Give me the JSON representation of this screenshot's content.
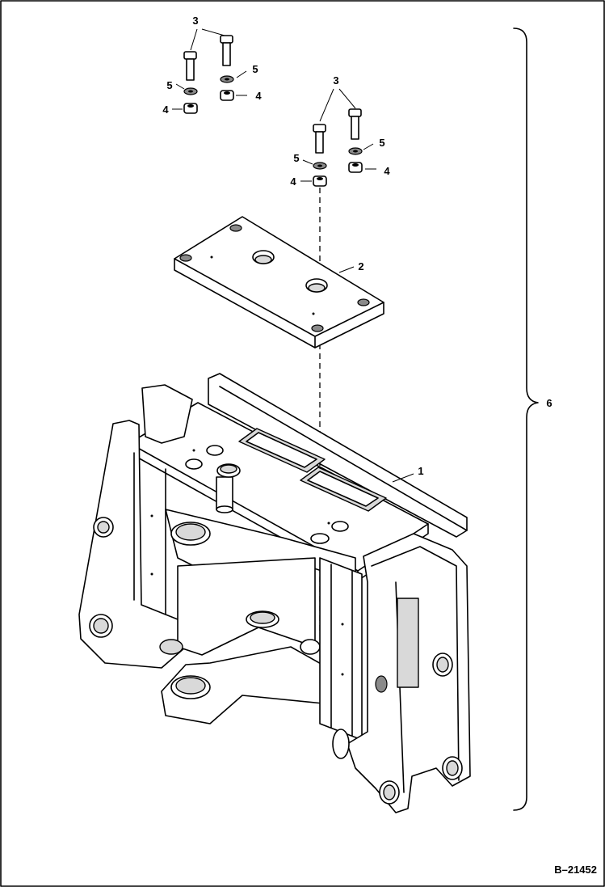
{
  "diagram": {
    "callouts": {
      "bolt_left": "3",
      "lockwasher_left_a": "5",
      "lockwasher_left_b": "5",
      "nut_left_a": "4",
      "nut_left_b": "4",
      "bolt_right": "3",
      "lockwasher_right_a": "5",
      "lockwasher_right_b": "5",
      "nut_right_a": "4",
      "nut_right_b": "4",
      "mounting_plate": "2",
      "swing_frame": "1",
      "assembly": "6"
    },
    "reference_code": "B–21452"
  }
}
